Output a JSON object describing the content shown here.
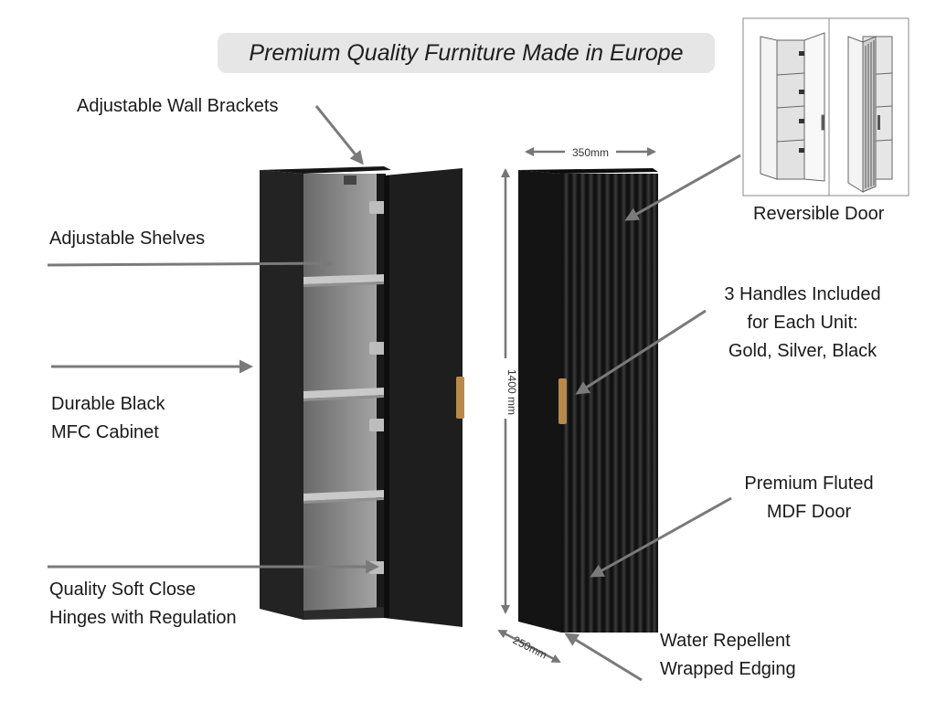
{
  "headline": "Premium Quality Furniture Made in Europe",
  "features": {
    "wall_brackets": "Adjustable Wall Brackets",
    "shelves": "Adjustable Shelves",
    "cabinet": [
      "Durable Black",
      "MFC Cabinet"
    ],
    "hinges": [
      "Quality Soft Close",
      "Hinges with Regulation"
    ],
    "reversible_door": "Reversible Door",
    "handles": [
      "3 Handles Included",
      "for Each Unit:",
      "Gold, Silver, Black"
    ],
    "fluted_door": [
      "Premium Fluted",
      "MDF Door"
    ],
    "edging": [
      "Water Repellent",
      "Wrapped Edging"
    ]
  },
  "dimensions": {
    "width": "350mm",
    "height": "1400 mm",
    "depth": "250mm"
  },
  "colors": {
    "cabinet_black": "#1c1c1c",
    "interior_grey": "#8a8a8a",
    "handle_gold": "#b8894a",
    "arrow_grey": "#7a7a7a",
    "headline_bg": "#e6e6e6"
  }
}
